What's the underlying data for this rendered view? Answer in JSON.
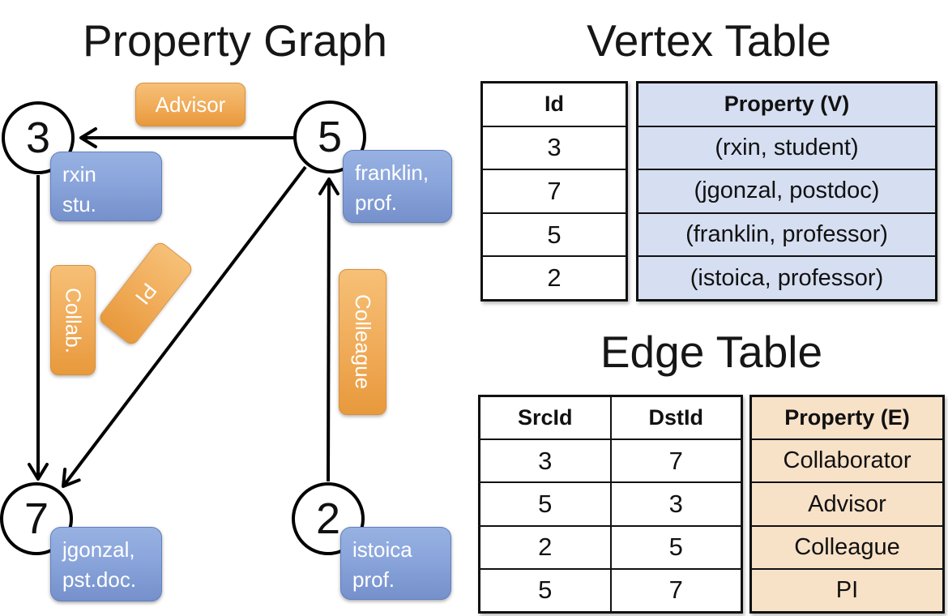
{
  "titles": {
    "graph": "Property Graph",
    "vertex_table": "Vertex Table",
    "edge_table": "Edge Table"
  },
  "graph": {
    "nodes": [
      {
        "id": "3",
        "prop_line1": "rxin",
        "prop_line2": "stu."
      },
      {
        "id": "5",
        "prop_line1": "franklin,",
        "prop_line2": "prof."
      },
      {
        "id": "7",
        "prop_line1": "jgonzal,",
        "prop_line2": "pst.doc."
      },
      {
        "id": "2",
        "prop_line1": "istoica",
        "prop_line2": "prof."
      }
    ],
    "edge_labels": [
      {
        "label": "Advisor"
      },
      {
        "label": "Collab."
      },
      {
        "label": "PI"
      },
      {
        "label": "Colleague"
      }
    ]
  },
  "vertex_table": {
    "col_id": "Id",
    "col_property": "Property (V)",
    "rows": [
      {
        "id": "3",
        "property": "(rxin, student)"
      },
      {
        "id": "7",
        "property": "(jgonzal, postdoc)"
      },
      {
        "id": "5",
        "property": "(franklin, professor)"
      },
      {
        "id": "2",
        "property": "(istoica, professor)"
      }
    ]
  },
  "edge_table": {
    "col_src": "SrcId",
    "col_dst": "DstId",
    "col_property": "Property (E)",
    "rows": [
      {
        "src": "3",
        "dst": "7",
        "property": "Collaborator"
      },
      {
        "src": "5",
        "dst": "3",
        "property": "Advisor"
      },
      {
        "src": "2",
        "dst": "5",
        "property": "Colleague"
      },
      {
        "src": "5",
        "dst": "7",
        "property": "PI"
      }
    ]
  },
  "colors": {
    "edge_box_top": "#f6c077",
    "edge_box_bottom": "#e8993c",
    "vertex_box_top": "#97b1e2",
    "vertex_box_bottom": "#7590cb",
    "vertex_table_fill": "#d6dff1",
    "edge_table_fill": "#f7e1c7",
    "line": "#000000"
  }
}
